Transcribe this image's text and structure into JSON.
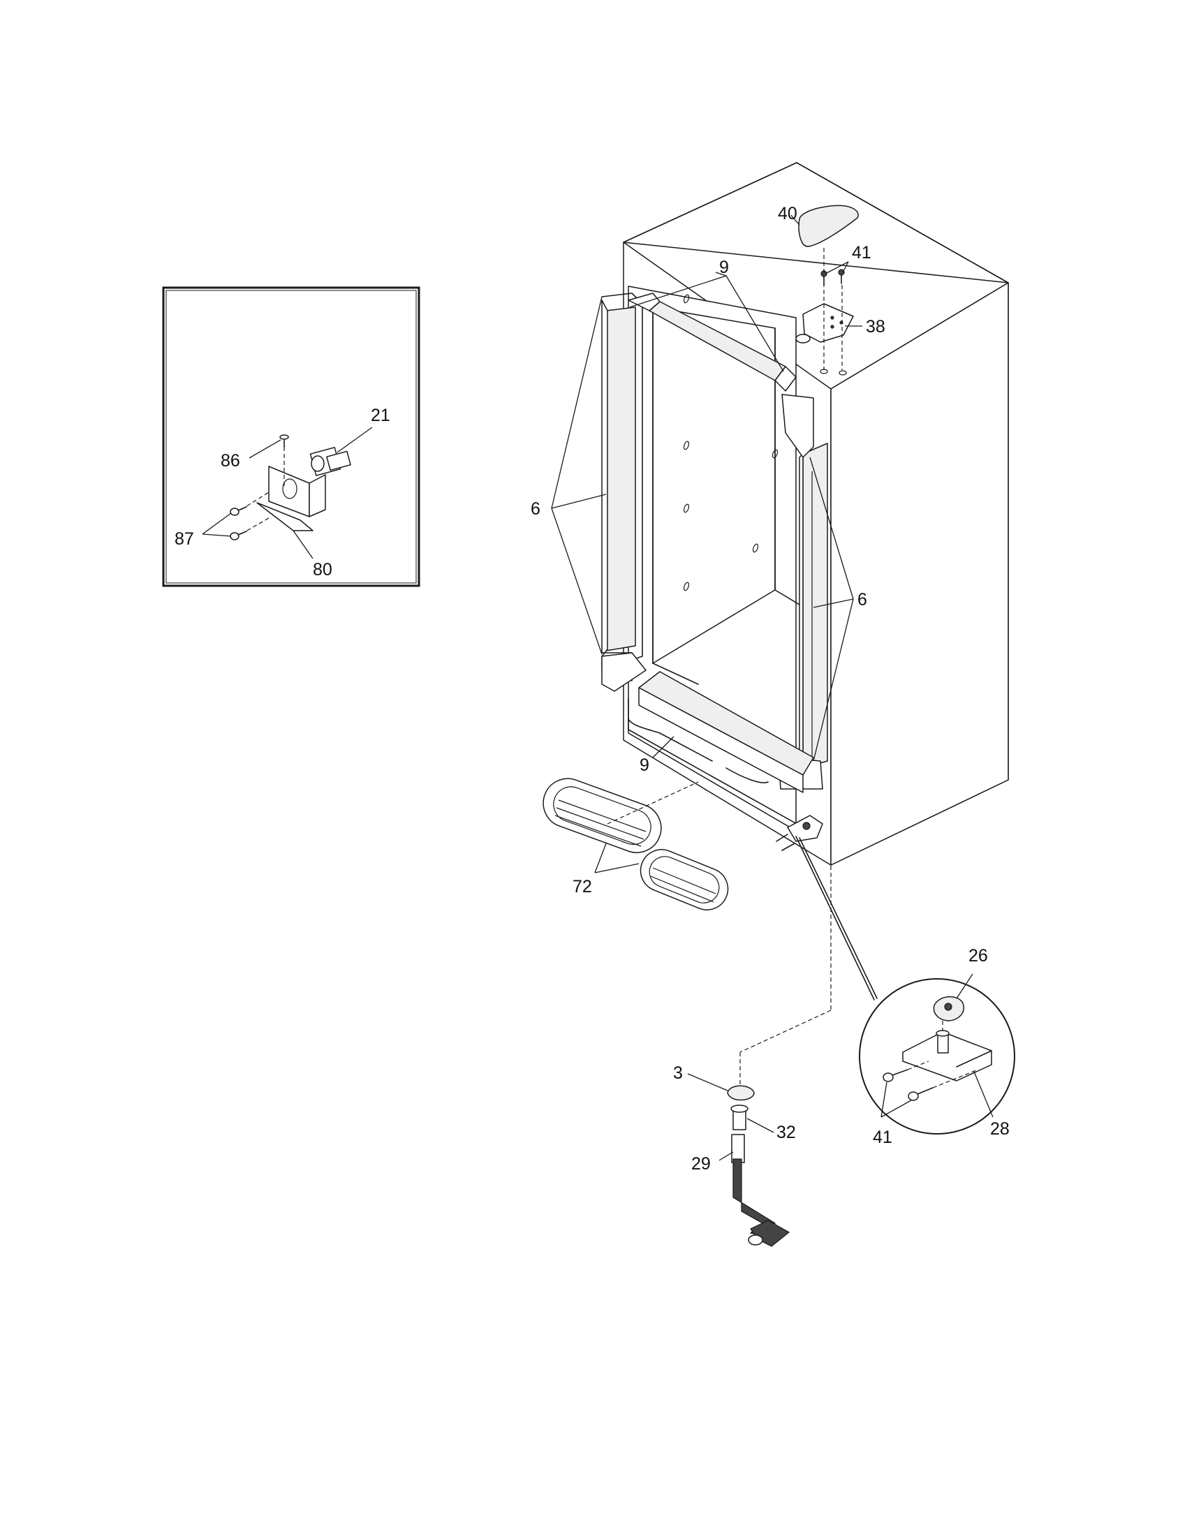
{
  "callouts": {
    "c40": "40",
    "c41_top": "41",
    "c38": "38",
    "c9_top": "9",
    "c6_left": "6",
    "c6_right": "6",
    "c9_bottom": "9",
    "c72": "72",
    "c21": "21",
    "c86": "86",
    "c87": "87",
    "c80": "80",
    "c26": "26",
    "c41_detail": "41",
    "c28": "28",
    "c3": "3",
    "c32": "32",
    "c29": "29"
  }
}
